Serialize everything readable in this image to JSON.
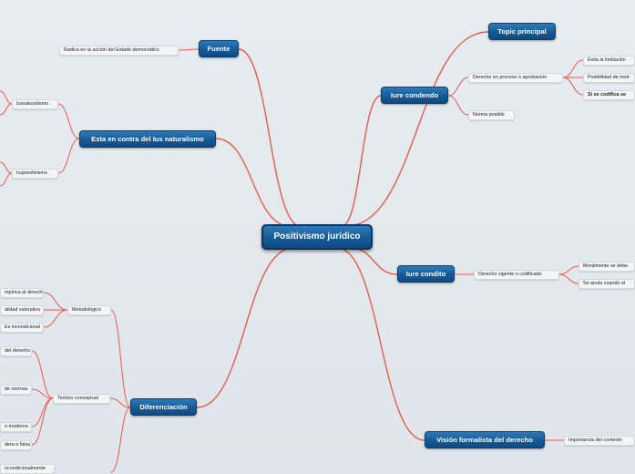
{
  "root": {
    "label": "Positivismo jurídico"
  },
  "branches": {
    "fuente": {
      "label": "Fuente",
      "children": [
        "Radica en la acción del Estado democrático"
      ]
    },
    "contra": {
      "label": "Esta en contra del Ius naturalismo",
      "children": [
        "Iusnaturalismo",
        "Iuspositivismo"
      ]
    },
    "diferenciacion": {
      "label": "Diferenciación",
      "metodologico": {
        "label": "Metodológico",
        "children": [
          "mpírica al derecho",
          "alidad valorativa",
          "Es incondicional"
        ]
      },
      "teorico": {
        "label": "Teórico conceptual",
        "children": [
          "del derecho",
          "de normas",
          "o moderno",
          "dera o falsa"
        ]
      },
      "extra": "ncondicionalmente"
    },
    "condendo": {
      "label": "Iure condendo",
      "proceso": {
        "label": "Derecho en proceso o aprobación",
        "children": [
          "Evita la limitación",
          "Posibilidad de mod",
          "Si se codifica se"
        ]
      },
      "norma": "Norma posible"
    },
    "topic": {
      "label": "Topic principal"
    },
    "condito": {
      "label": "Iure condito",
      "vigente": {
        "label": "Derecho vigente o codificado",
        "children": [
          "Moralmente se debe",
          "Se anula cuando el"
        ]
      }
    },
    "vision": {
      "label": "Visión formalista del derecho",
      "children": [
        "Importancia del contexto"
      ]
    }
  },
  "colors": {
    "connector": "#e45c4e",
    "node": "#155a97",
    "leaf_background": "#f3f5f6"
  }
}
